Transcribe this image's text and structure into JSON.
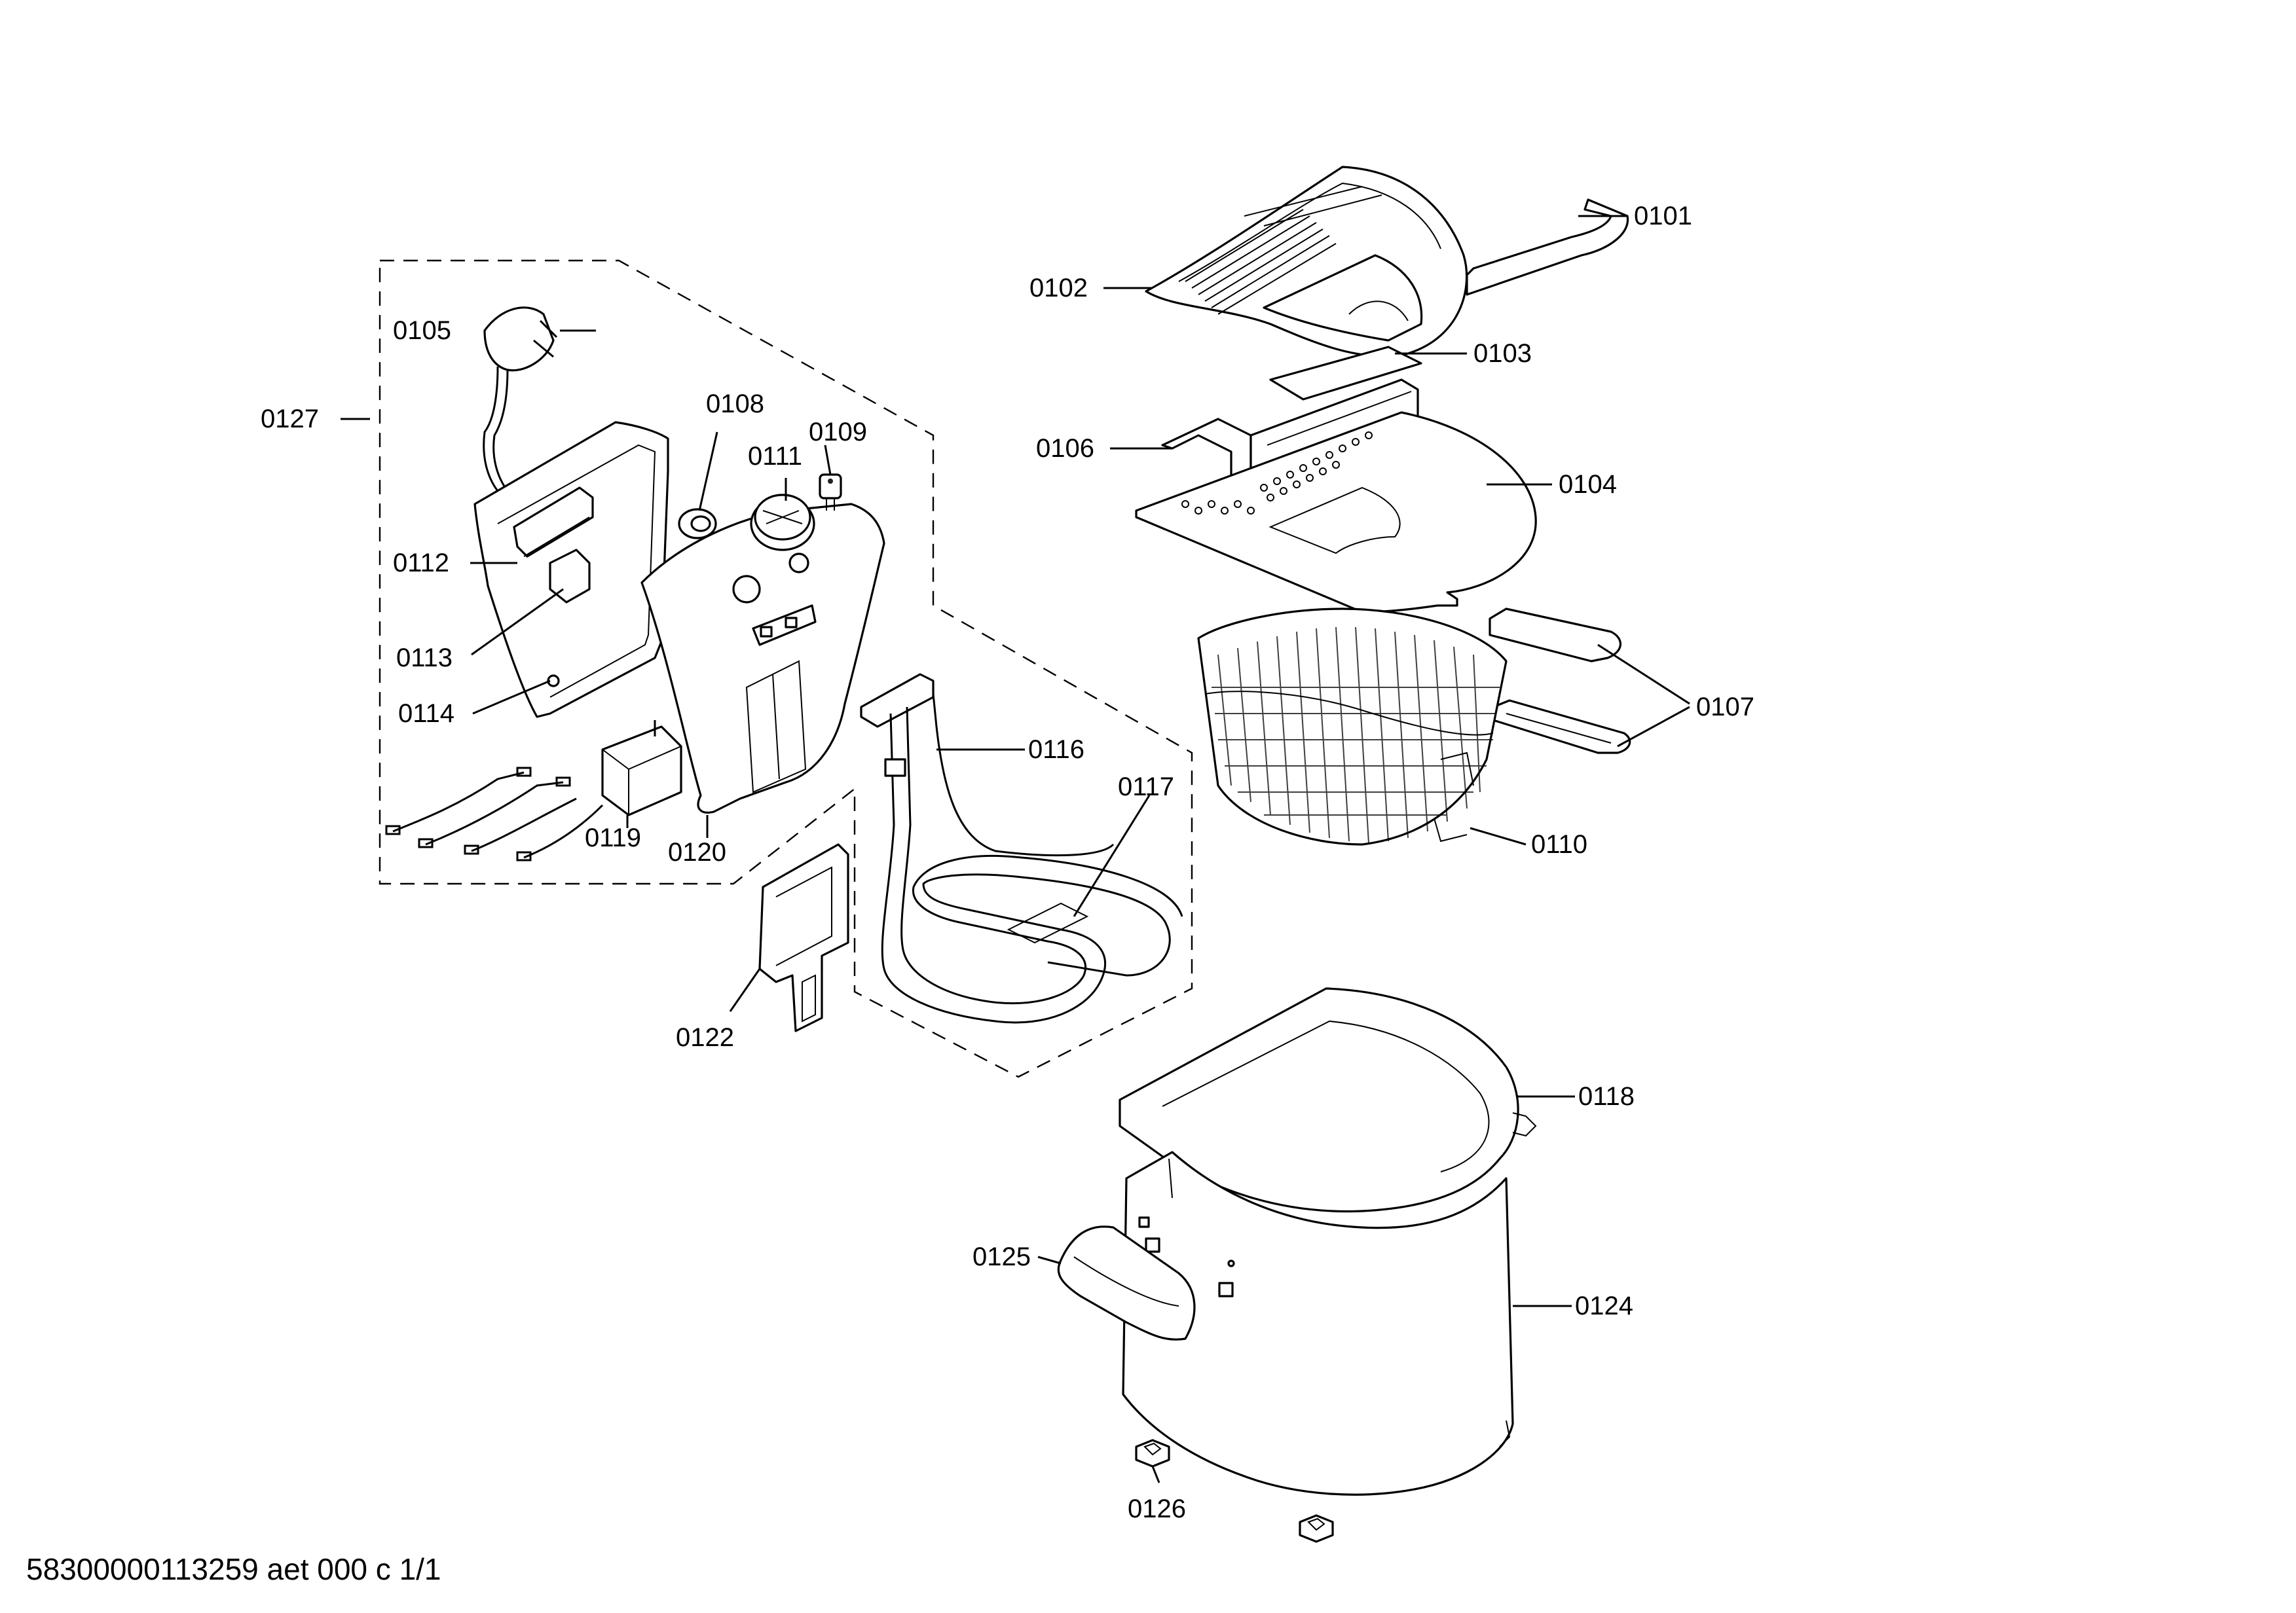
{
  "footer": {
    "text": "58300000113259 aet 000 c 1/1"
  },
  "callouts": {
    "p0101": "0101",
    "p0102": "0102",
    "p0103": "0103",
    "p0104": "0104",
    "p0105": "0105",
    "p0106": "0106",
    "p0107": "0107",
    "p0108": "0108",
    "p0109": "0109",
    "p0110": "0110",
    "p0111": "0111",
    "p0112": "0112",
    "p0113": "0113",
    "p0114": "0114",
    "p0116": "0116",
    "p0117": "0117",
    "p0118": "0118",
    "p0119": "0119",
    "p0120": "0120",
    "p0122": "0122",
    "p0124": "0124",
    "p0125": "0125",
    "p0126": "0126",
    "p0127": "0127"
  }
}
